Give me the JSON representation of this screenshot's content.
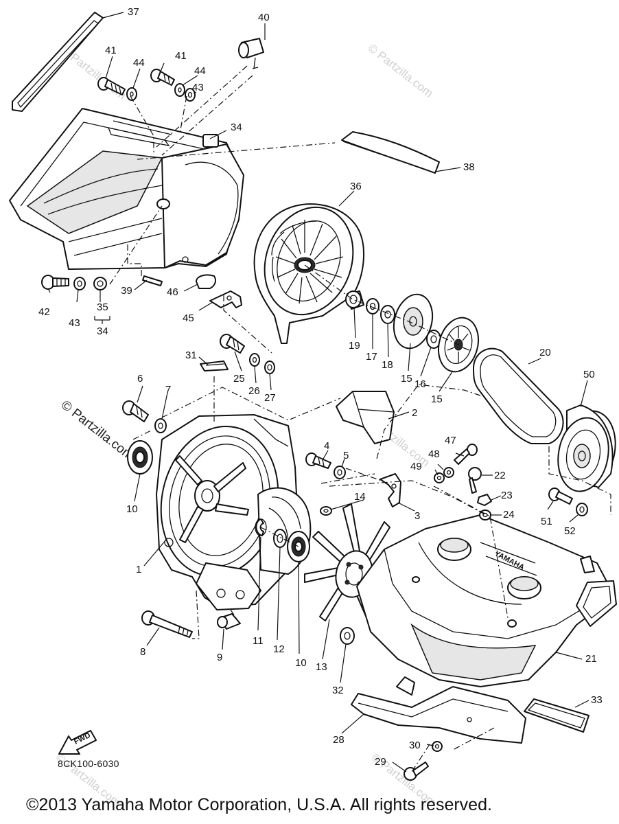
{
  "watermark": {
    "text": "© Partzilla.com"
  },
  "fwd_arrow": {
    "label": "FWD"
  },
  "reference_code": "8CK100-6030",
  "copyright": "©2013  Yamaha Motor Corporation, U.S.A. All rights reserved.",
  "callouts": {
    "c1": "1",
    "c2": "2",
    "c3": "3",
    "c4": "4",
    "c5": "5",
    "c6": "6",
    "c7": "7",
    "c8": "8",
    "c9": "9",
    "c10a": "10",
    "c10b": "10",
    "c11": "11",
    "c12": "12",
    "c13": "13",
    "c14": "14",
    "c15a": "15",
    "c15b": "15",
    "c16": "16",
    "c17": "17",
    "c18": "18",
    "c19": "19",
    "c20": "20",
    "c21": "21",
    "c22": "22",
    "c23": "23",
    "c24": "24",
    "c25": "25",
    "c26": "26",
    "c27": "27",
    "c28": "28",
    "c29": "29",
    "c30": "30",
    "c31": "31",
    "c32": "32",
    "c33": "33",
    "c34a": "34",
    "c34b": "34",
    "c35": "35",
    "c36": "36",
    "c37": "37",
    "c38": "38",
    "c39": "39",
    "c40": "40",
    "c41a": "41",
    "c41b": "41",
    "c42": "42",
    "c43a": "43",
    "c43b": "43",
    "c44a": "44",
    "c44b": "44",
    "c45": "45",
    "c46": "46",
    "c47": "47",
    "c48": "48",
    "c49": "49",
    "c50": "50",
    "c51": "51",
    "c52": "52"
  }
}
